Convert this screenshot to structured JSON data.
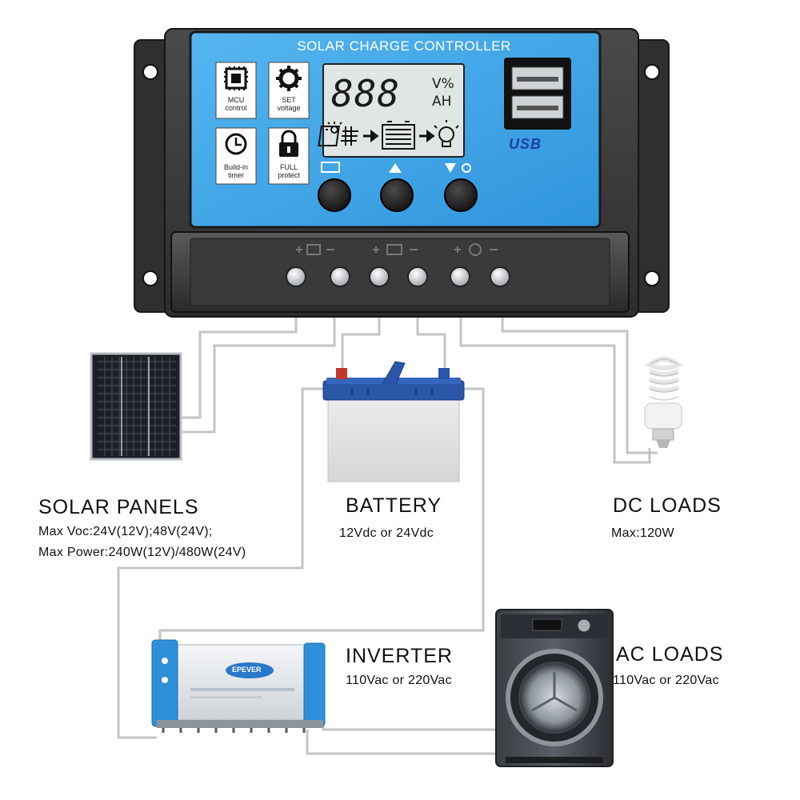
{
  "controller": {
    "title": "SOLAR CHARGE CONTROLLER",
    "icons": [
      {
        "icon": "mcu-chip-icon",
        "caption_1": "MCU",
        "caption_2": "control"
      },
      {
        "icon": "gear-icon",
        "caption_1": "SET",
        "caption_2": "voltage"
      },
      {
        "icon": "clock-icon",
        "caption_1": "Build-in",
        "caption_2": "timer"
      },
      {
        "icon": "lock-icon",
        "caption_1": "FULL",
        "caption_2": "protect"
      }
    ],
    "lcd_digits": "888",
    "lcd_unit_top": "V%",
    "lcd_unit_bottom": "AH",
    "usb_label": "USB",
    "buttons": [
      "menu-button",
      "up-button",
      "down-button"
    ],
    "terminal_groups": [
      "solar-panel-terminals",
      "battery-terminals",
      "load-terminals"
    ]
  },
  "components": {
    "solar": {
      "title": "SOLAR  PANELS",
      "line1": "Max  Voc:24V(12V);48V(24V);",
      "line2": "Max  Power:240W(12V)/480W(24V)"
    },
    "battery": {
      "title": "BATTERY",
      "line1": "12Vdc  or  24Vdc"
    },
    "dc_loads": {
      "title": "DC  LOADS",
      "line1": "Max:120W"
    },
    "inverter": {
      "title": "INVERTER",
      "line1": "110Vac  or  220Vac",
      "brand": "EPEVER"
    },
    "ac_loads": {
      "title": "AC  LOADS",
      "line1": "110Vac  or  220Vac"
    }
  },
  "colors": {
    "panel_blue": "#3fa7e8",
    "housing": "#3c3c3c",
    "wire": "#c8c8c8",
    "battery_top": "#2a56a8"
  }
}
